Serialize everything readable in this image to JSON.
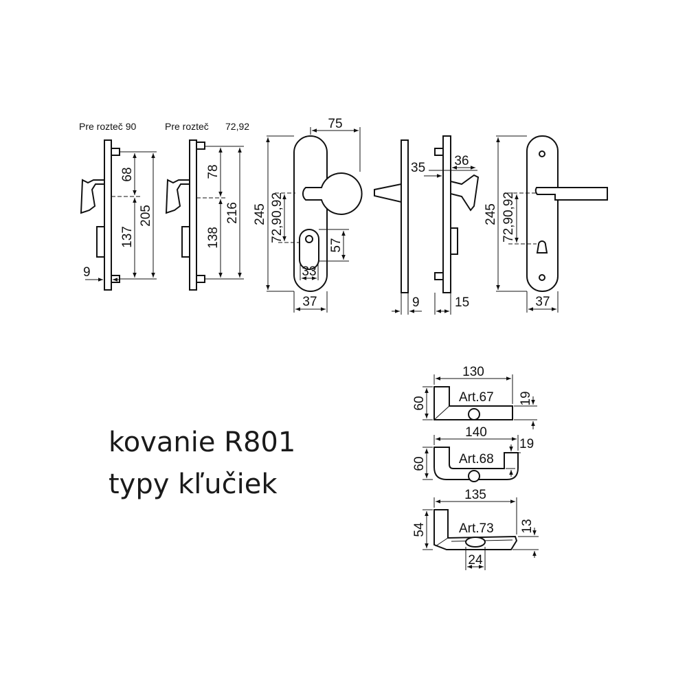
{
  "labels": {
    "spacing_90": "Pre rozteč 90",
    "spacing_72_prefix": "Pre rozteč",
    "spacing_72_value": "72,92"
  },
  "title": {
    "line1": "kovanie R801",
    "line2": "typy kľučiek"
  },
  "views": {
    "side_90": {
      "d68": "68",
      "d137": "137",
      "d205": "205",
      "d9": "9"
    },
    "side_72": {
      "d78": "78",
      "d138": "138",
      "d216": "216"
    },
    "front_knob": {
      "d75": "75",
      "d245": "245",
      "d_spacing": "72,90,92",
      "d57": "57",
      "d33": "33",
      "d37": "37"
    },
    "side_lever_left": {
      "d9": "9"
    },
    "side_lever_right": {
      "d35": "35",
      "d36": "36",
      "d15": "15"
    },
    "front_lever": {
      "d245": "245",
      "d_spacing": "72,90,92",
      "d37": "37"
    }
  },
  "handles": {
    "art67": {
      "name": "Art.67",
      "length": "130",
      "height": "60",
      "thickness": "19"
    },
    "art68": {
      "name": "Art.68",
      "length": "140",
      "height": "60",
      "thickness": "19"
    },
    "art73": {
      "name": "Art.73",
      "length": "135",
      "height": "54",
      "thickness": "13",
      "base": "24"
    }
  },
  "colors": {
    "line": "#111111",
    "background": "#ffffff"
  }
}
